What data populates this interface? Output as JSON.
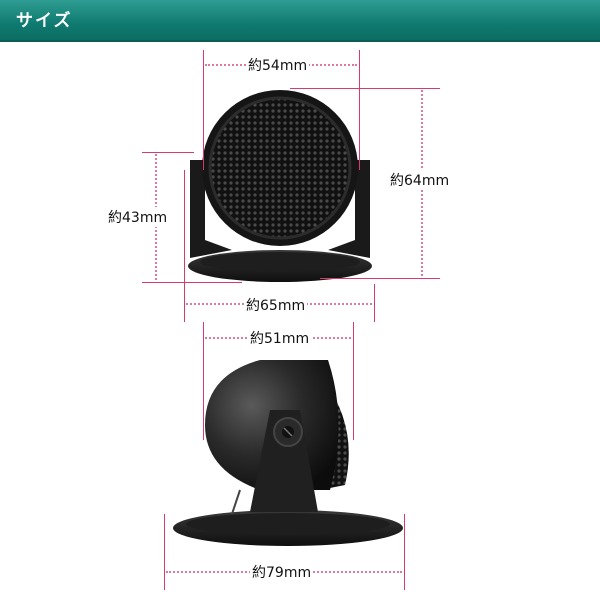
{
  "header": {
    "title": "サイズ",
    "color": "#0f7a70"
  },
  "dimensions": {
    "top_width": "約54mm",
    "height": "約64mm",
    "bracket_height": "約43mm",
    "base_width_front": "約65mm",
    "side_depth": "約51mm",
    "base_width_side": "約79mm"
  },
  "colors": {
    "guide": "#e07a9a",
    "speaker": "#1a1a1a"
  }
}
